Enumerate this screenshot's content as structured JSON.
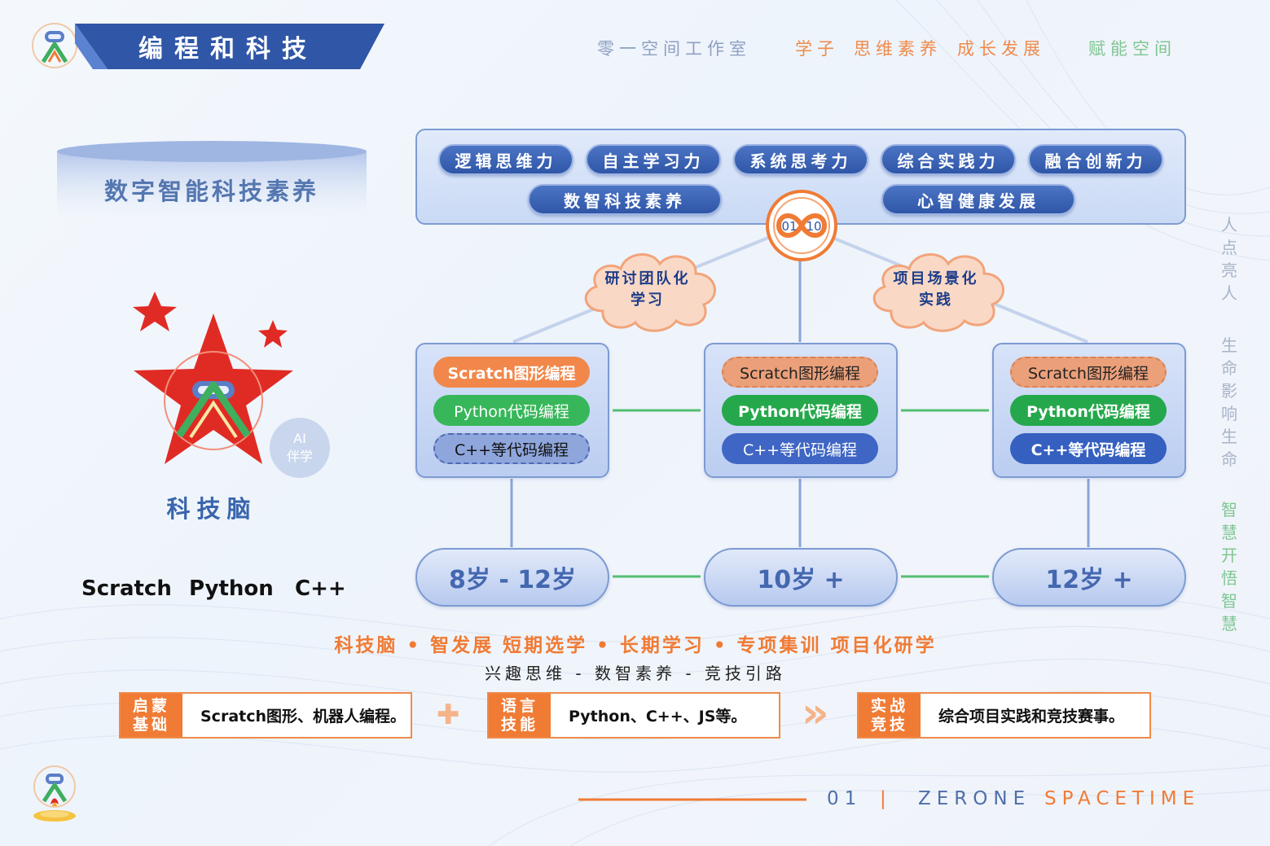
{
  "header": {
    "title": "编程和科技",
    "slogans": [
      "零一空间工作室",
      "学子",
      "思维素养",
      "成长发展",
      "赋能空间"
    ]
  },
  "left": {
    "cylinder_title": "数字智能科技素养",
    "ai_badge": [
      "AI",
      "伴学"
    ],
    "brain_title": "科技脑",
    "languages": [
      "Scratch",
      "Python",
      "C++"
    ]
  },
  "competencies": {
    "row1": [
      "逻辑思维力",
      "自主学习力",
      "系统思考力",
      "综合实践力",
      "融合创新力"
    ],
    "row2": [
      "数智科技素养",
      "心智健康发展"
    ],
    "badge": [
      "01",
      "10"
    ]
  },
  "clouds": [
    {
      "line1": "研讨团队化",
      "line2": "学习"
    },
    {
      "line1": "项目场景化",
      "line2": "实践"
    }
  ],
  "courses": [
    [
      "Scratch图形编程",
      "Python代码编程",
      "C++等代码编程"
    ],
    [
      "Scratch图形编程",
      "Python代码编程",
      "C++等代码编程"
    ],
    [
      "Scratch图形编程",
      "Python代码编程",
      "C++等代码编程"
    ]
  ],
  "ages": [
    "8岁 - 12岁",
    "10岁 +",
    "12岁 +"
  ],
  "bottom": {
    "tagline": "科技脑 • 智发展 短期选学 • 长期学习 • 专项集训 项目化研学",
    "subline": "兴趣思维 - 数智素养 - 竞技引路",
    "stages": [
      {
        "label1": "启蒙",
        "label2": "基础",
        "text": "Scratch图形、机器人编程。"
      },
      {
        "label1": "语言",
        "label2": "技能",
        "text": "Python、C++、JS等。"
      },
      {
        "label1": "实战",
        "label2": "竞技",
        "text": "综合项目实践和竞技赛事。"
      }
    ],
    "plus": "✚",
    "arrow": "»"
  },
  "vertical": [
    "人点亮人",
    "生命影响生命",
    "智慧开悟智慧"
  ],
  "footer": {
    "page": "01",
    "sep": "|",
    "brand1": "ZERONE",
    "brand2": "SPACETIME"
  },
  "colors": {
    "primary_blue": "#2f56a7",
    "orange": "#f07b35",
    "green": "#37b75a",
    "star_red": "#e02b24",
    "vertical_gray": "#a9b4c8",
    "vertical_green": "#7fc692"
  }
}
